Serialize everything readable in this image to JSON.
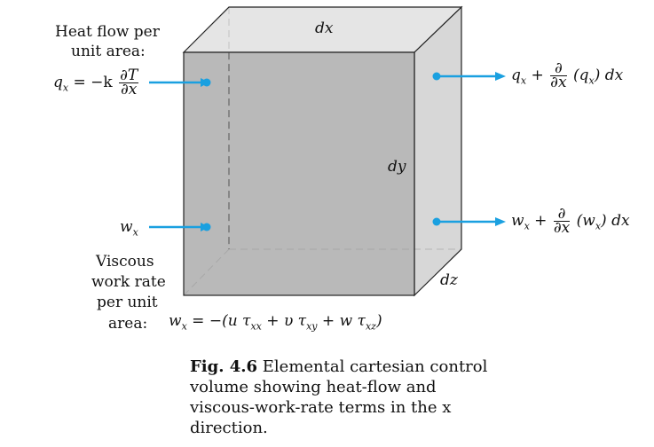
{
  "labels": {
    "heat_flow": [
      "Heat flow per",
      "unit area:"
    ],
    "viscous": [
      "Viscous",
      "work rate",
      "per unit",
      "area:"
    ],
    "dx": "dx",
    "dy": "dy",
    "dz": "dz",
    "qx_left_lhs": "q",
    "qx_left_sub": "x",
    "qx_left_eq": " = −k",
    "partial_T": "∂T",
    "partial_x": "∂x",
    "wx_left": "w",
    "wx_left_sub": "x",
    "qx_right": "q",
    "qx_right_sub": "x",
    "qx_right_plus": " + ",
    "qx_right_rest": " (q",
    "qx_right_rest_sub": "x",
    "qx_right_end": ") dx",
    "partial": "∂",
    "wx_right": "w",
    "wx_right_sub": "x",
    "wx_right_plus": " + ",
    "wx_right_rest": " (w",
    "wx_right_rest_sub": "x",
    "wx_right_end": ") dx",
    "wx_eq_lhs": "w",
    "wx_eq_sub": "x",
    "wx_eq_rhs": " = −(u τ",
    "tau_xx": "xx",
    "wx_eq_p1": " + υ τ",
    "tau_xy": "xy",
    "wx_eq_p2": " + w τ",
    "tau_xz": "xz",
    "wx_eq_end": ")"
  },
  "caption": {
    "fig": "Fig. 4.6",
    "text": " Elemental cartesian control volume showing heat-flow and viscous-work-rate terms in the x direction."
  },
  "colors": {
    "arrow": "#1aa0e0",
    "front_face": "#b3b3b3",
    "top_face": "#e0e0e0",
    "side_face": "#d0d0d0",
    "edge": "#222222"
  }
}
